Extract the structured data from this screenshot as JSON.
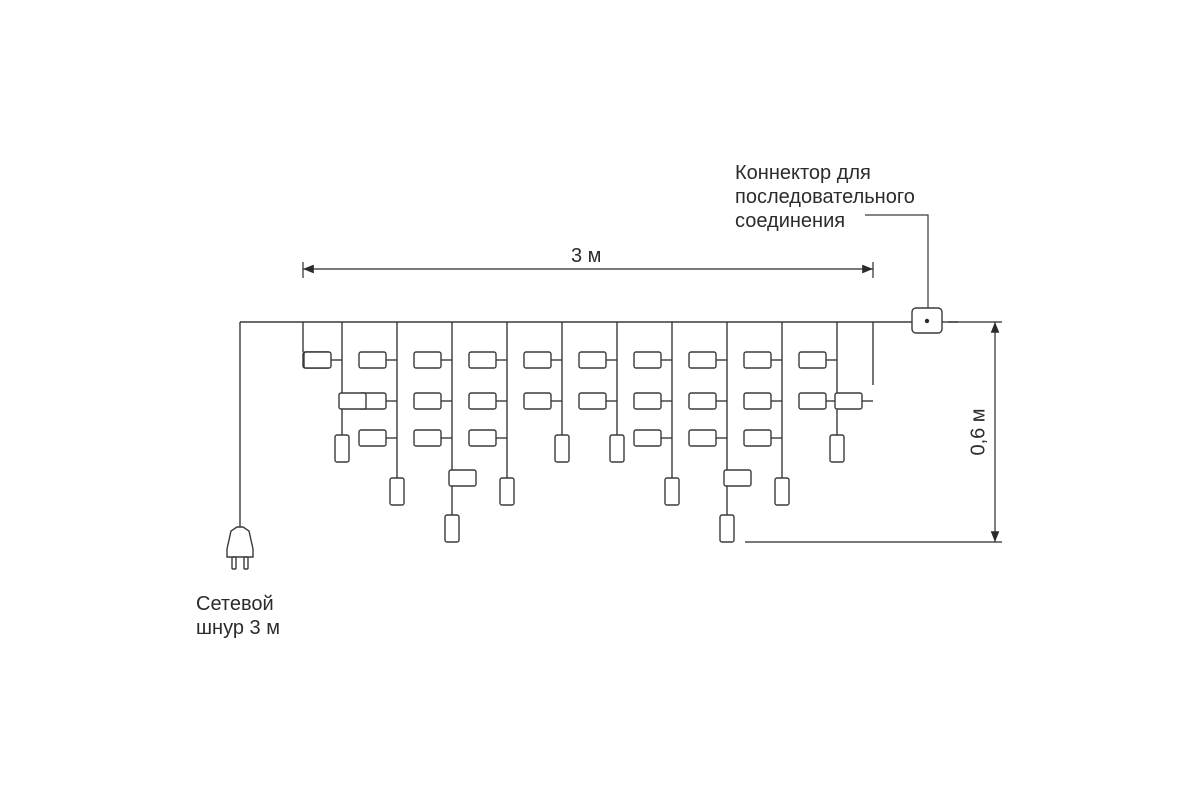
{
  "colors": {
    "line": "#3a3a3a",
    "background": "#ffffff"
  },
  "labels": {
    "connector_line1": "Коннектор для",
    "connector_line2": "последовательного",
    "connector_line3": "соединения",
    "width_dim": "3 м",
    "height_dim": "0,6 м",
    "cord_line1": "Сетевой",
    "cord_line2": "шнур 3 м"
  },
  "icons": {
    "plug": "plug-icon",
    "connector": "connector-icon"
  }
}
